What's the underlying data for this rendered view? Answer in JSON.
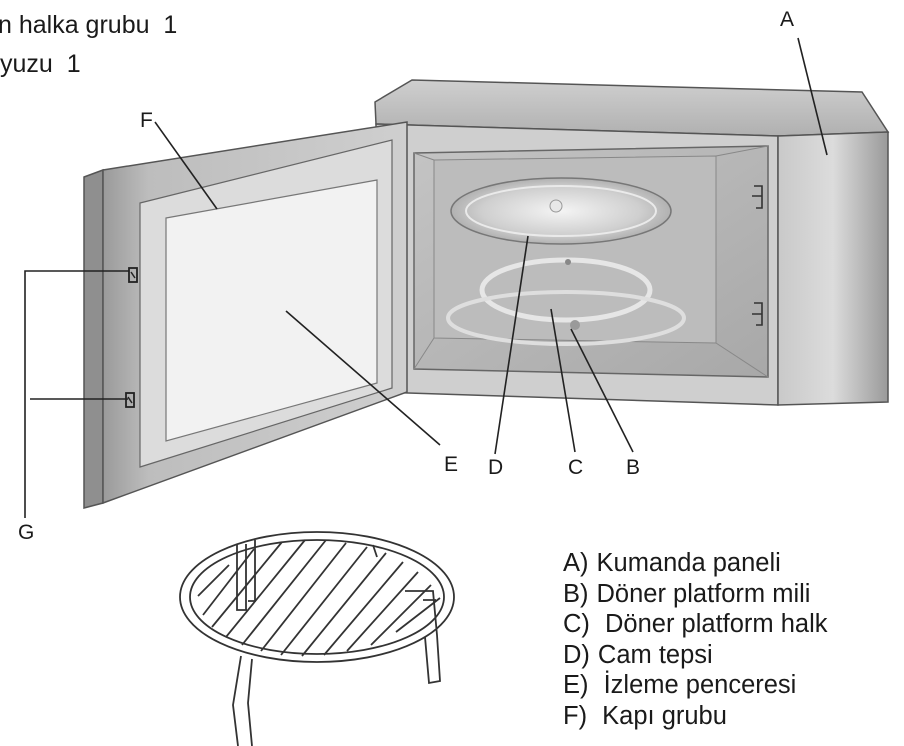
{
  "top_text": [
    "n halka grubu  1",
    "yuzu  1"
  ],
  "callouts": {
    "A": "A",
    "B": "B",
    "C": "C",
    "D": "D",
    "E": "E",
    "F": "F",
    "G": "G"
  },
  "legend": [
    {
      "letter": "A)",
      "text": "Kumanda  paneli"
    },
    {
      "letter": "B)",
      "text": "Döner  platform  mili"
    },
    {
      "letter": "C)",
      "text": " Döner platform halk"
    },
    {
      "letter": "D)",
      "text": "Cam  tepsi"
    },
    {
      "letter": "E)",
      "text": " İzleme penceresi"
    },
    {
      "letter": "F)",
      "text": " Kapı grubu"
    }
  ],
  "colors": {
    "body_light": "#d9d9d9",
    "body_mid": "#b3b3b3",
    "body_dark": "#8c8c8c",
    "door_window": "#f2f2f2",
    "outline": "#555555",
    "leader": "#222222"
  }
}
